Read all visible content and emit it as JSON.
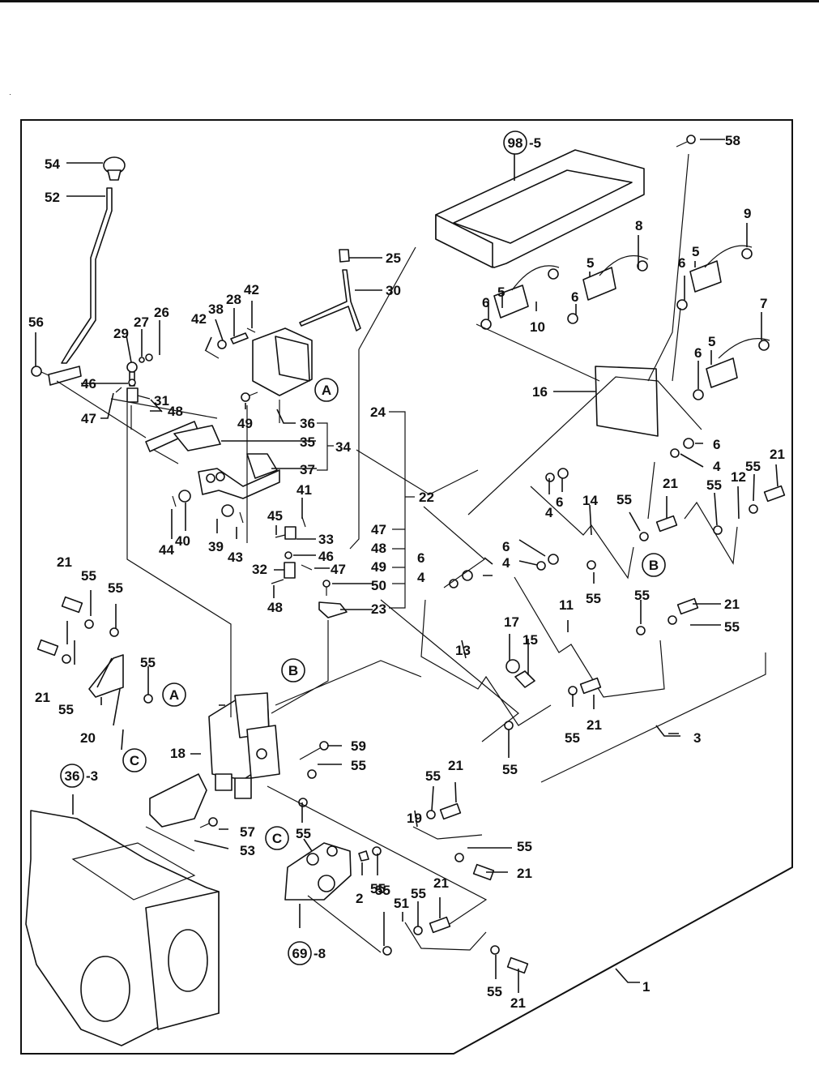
{
  "diagram": {
    "kind": "exploded parts diagram",
    "subject": "hydraulic control valve, lever linkage and pipes",
    "callouts": [
      {
        "id": "c54",
        "text": "54"
      },
      {
        "id": "c52",
        "text": "52"
      },
      {
        "id": "c56",
        "text": "56"
      },
      {
        "id": "c29",
        "text": "29"
      },
      {
        "id": "c27",
        "text": "27"
      },
      {
        "id": "c26",
        "text": "26"
      },
      {
        "id": "c46a",
        "text": "46"
      },
      {
        "id": "c31",
        "text": "31"
      },
      {
        "id": "c48a",
        "text": "48"
      },
      {
        "id": "c47a",
        "text": "47"
      },
      {
        "id": "c42a",
        "text": "42"
      },
      {
        "id": "c38",
        "text": "38"
      },
      {
        "id": "c28",
        "text": "28"
      },
      {
        "id": "c42b",
        "text": "42"
      },
      {
        "id": "c25",
        "text": "25"
      },
      {
        "id": "c30",
        "text": "30"
      },
      {
        "id": "c49a",
        "text": "49"
      },
      {
        "id": "c36",
        "text": "36"
      },
      {
        "id": "c35",
        "text": "35"
      },
      {
        "id": "c34",
        "text": "34"
      },
      {
        "id": "c37",
        "text": "37"
      },
      {
        "id": "c24",
        "text": "24"
      },
      {
        "id": "c22",
        "text": "22"
      },
      {
        "id": "c47b",
        "text": "47"
      },
      {
        "id": "c48b",
        "text": "48"
      },
      {
        "id": "c49b",
        "text": "49"
      },
      {
        "id": "c50",
        "text": "50"
      },
      {
        "id": "c23",
        "text": "23"
      },
      {
        "id": "c44",
        "text": "44"
      },
      {
        "id": "c40",
        "text": "40"
      },
      {
        "id": "c39",
        "text": "39"
      },
      {
        "id": "c43",
        "text": "43"
      },
      {
        "id": "c41",
        "text": "41"
      },
      {
        "id": "c45",
        "text": "45"
      },
      {
        "id": "c33",
        "text": "33"
      },
      {
        "id": "c46b",
        "text": "46"
      },
      {
        "id": "c32",
        "text": "32"
      },
      {
        "id": "c47c",
        "text": "47"
      },
      {
        "id": "c48c",
        "text": "48"
      },
      {
        "id": "c58",
        "text": "58"
      },
      {
        "id": "c9",
        "text": "9"
      },
      {
        "id": "c8",
        "text": "8"
      },
      {
        "id": "c7",
        "text": "7"
      },
      {
        "id": "c10",
        "text": "10"
      },
      {
        "id": "c5a",
        "text": "5"
      },
      {
        "id": "c5b",
        "text": "5"
      },
      {
        "id": "c5c",
        "text": "5"
      },
      {
        "id": "c5d",
        "text": "5"
      },
      {
        "id": "c6a",
        "text": "6"
      },
      {
        "id": "c6b",
        "text": "6"
      },
      {
        "id": "c6c",
        "text": "6"
      },
      {
        "id": "c6d",
        "text": "6"
      },
      {
        "id": "c16",
        "text": "16"
      },
      {
        "id": "c6e",
        "text": "6"
      },
      {
        "id": "c4a",
        "text": "4"
      },
      {
        "id": "c4b",
        "text": "4"
      },
      {
        "id": "c6f",
        "text": "6"
      },
      {
        "id": "c14",
        "text": "14"
      },
      {
        "id": "c55a",
        "text": "55"
      },
      {
        "id": "c21a",
        "text": "21"
      },
      {
        "id": "c55b",
        "text": "55"
      },
      {
        "id": "c12",
        "text": "12"
      },
      {
        "id": "c55c",
        "text": "55"
      },
      {
        "id": "c21b",
        "text": "21"
      },
      {
        "id": "c6g",
        "text": "6"
      },
      {
        "id": "c4c",
        "text": "4"
      },
      {
        "id": "c6h",
        "text": "6"
      },
      {
        "id": "c4d",
        "text": "4"
      },
      {
        "id": "c55d",
        "text": "55"
      },
      {
        "id": "c55e",
        "text": "55"
      },
      {
        "id": "c21c",
        "text": "21"
      },
      {
        "id": "c55f",
        "text": "55"
      },
      {
        "id": "c11",
        "text": "11"
      },
      {
        "id": "c13",
        "text": "13"
      },
      {
        "id": "c17",
        "text": "17"
      },
      {
        "id": "c15",
        "text": "15"
      },
      {
        "id": "c55g",
        "text": "55"
      },
      {
        "id": "c21d",
        "text": "21"
      },
      {
        "id": "c55h",
        "text": "55"
      },
      {
        "id": "c3",
        "text": "3"
      },
      {
        "id": "c21e",
        "text": "21"
      },
      {
        "id": "c55i",
        "text": "55"
      },
      {
        "id": "c55j",
        "text": "55"
      },
      {
        "id": "c21f",
        "text": "21"
      },
      {
        "id": "c55k",
        "text": "55"
      },
      {
        "id": "c55l",
        "text": "55"
      },
      {
        "id": "c20",
        "text": "20"
      },
      {
        "id": "c18",
        "text": "18"
      },
      {
        "id": "c59",
        "text": "59"
      },
      {
        "id": "c55m",
        "text": "55"
      },
      {
        "id": "c57",
        "text": "57"
      },
      {
        "id": "c53",
        "text": "53"
      },
      {
        "id": "c55n",
        "text": "55"
      },
      {
        "id": "c2",
        "text": "2"
      },
      {
        "id": "c55o",
        "text": "55"
      },
      {
        "id": "c19",
        "text": "19"
      },
      {
        "id": "c55p",
        "text": "55"
      },
      {
        "id": "c21g",
        "text": "21"
      },
      {
        "id": "c55q",
        "text": "55"
      },
      {
        "id": "c21h",
        "text": "21"
      },
      {
        "id": "c55r",
        "text": "55"
      },
      {
        "id": "c51",
        "text": "51"
      },
      {
        "id": "c55s",
        "text": "55"
      },
      {
        "id": "c21i",
        "text": "21"
      },
      {
        "id": "c55t",
        "text": "55"
      },
      {
        "id": "c21j",
        "text": "21"
      },
      {
        "id": "c1",
        "text": "1"
      }
    ],
    "reference_markers": [
      {
        "id": "refA1",
        "text": "A"
      },
      {
        "id": "refA2",
        "text": "A"
      },
      {
        "id": "refB1",
        "text": "B"
      },
      {
        "id": "refB2",
        "text": "B"
      },
      {
        "id": "refC1",
        "text": "C"
      },
      {
        "id": "refC2",
        "text": "C"
      }
    ],
    "group_references": [
      {
        "id": "g98",
        "circle": "98",
        "suffix": "-5"
      },
      {
        "id": "g36",
        "circle": "36",
        "suffix": "-3"
      },
      {
        "id": "g69",
        "circle": "69",
        "suffix": "-8"
      }
    ]
  }
}
